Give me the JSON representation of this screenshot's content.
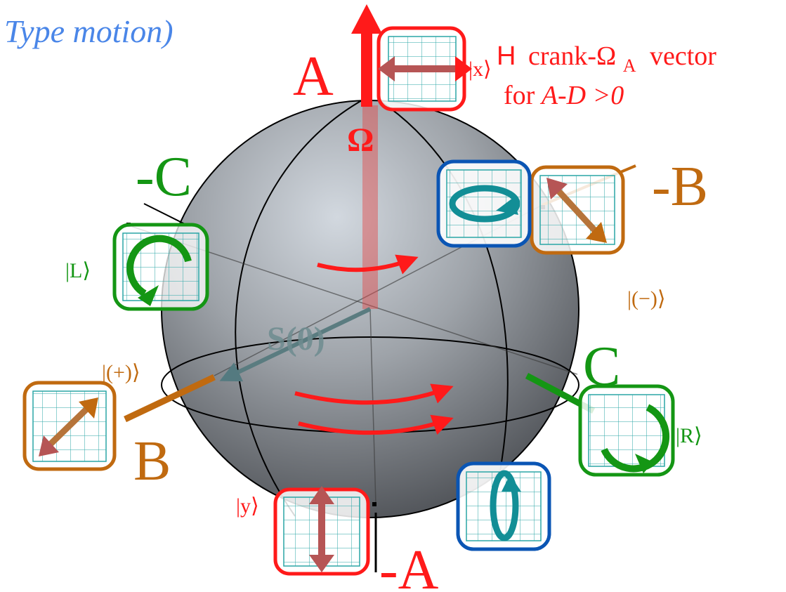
{
  "caption": "Type motion)",
  "axes": {
    "a_pos": "A",
    "a_neg": "-A",
    "b_pos": "B",
    "b_neg": "-B",
    "c_pos": "C",
    "c_neg": "-C",
    "omega": "Ω",
    "s0": "S(0)"
  },
  "annotation": {
    "h_prefix": "H",
    "crank_text": "crank-Ω",
    "crank_sub": "A",
    "vector_word": "vector",
    "condition_prefix": "for ",
    "condition_italic": "A-D >0"
  },
  "states": {
    "x": "|x⟩",
    "y": "|y⟩",
    "plus": "|(+)⟩",
    "minus": "|(−)⟩",
    "left": "|L⟩",
    "right": "|R⟩"
  },
  "colors": {
    "red": "#ff1a1a",
    "brown": "#c06a10",
    "green": "#149614",
    "blue": "#0a55b4",
    "teal": "#128e96",
    "caption": "#4a86e8",
    "sphere_dark": "#5a5d62",
    "sphere_light": "#cfd5dc"
  }
}
